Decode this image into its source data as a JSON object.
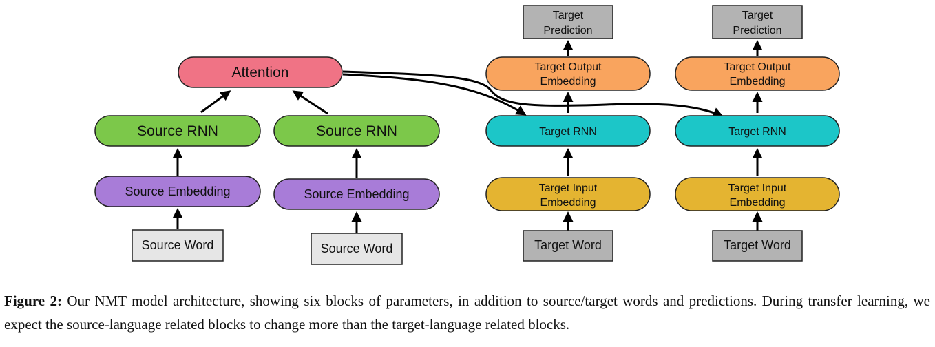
{
  "colors": {
    "attention": "#f07385",
    "source_rnn": "#7cc84a",
    "source_embedding": "#a87cd8",
    "word_box_light": "#e6e6e6",
    "target_rnn": "#1cc6c8",
    "target_input_embedding": "#e4b431",
    "target_output_embedding": "#f9a45e",
    "word_box_dark": "#b3b3b3",
    "edge": "#000000"
  },
  "nodes": {
    "attention": "Attention",
    "source_rnn": "Source RNN",
    "source_embedding": "Source Embedding",
    "source_word": "Source Word",
    "target_prediction": [
      "Target",
      "Prediction"
    ],
    "target_output_embedding": [
      "Target Output",
      "Embedding"
    ],
    "target_rnn": "Target RNN",
    "target_input_embedding": [
      "Target Input",
      "Embedding"
    ],
    "target_word": "Target Word"
  },
  "caption": {
    "label": "Figure 2:",
    "text": " Our NMT model architecture, showing six blocks of parameters, in addition to source/target words and predictions. During transfer learning, we expect the source-language related blocks to change more than the target-language related blocks."
  }
}
